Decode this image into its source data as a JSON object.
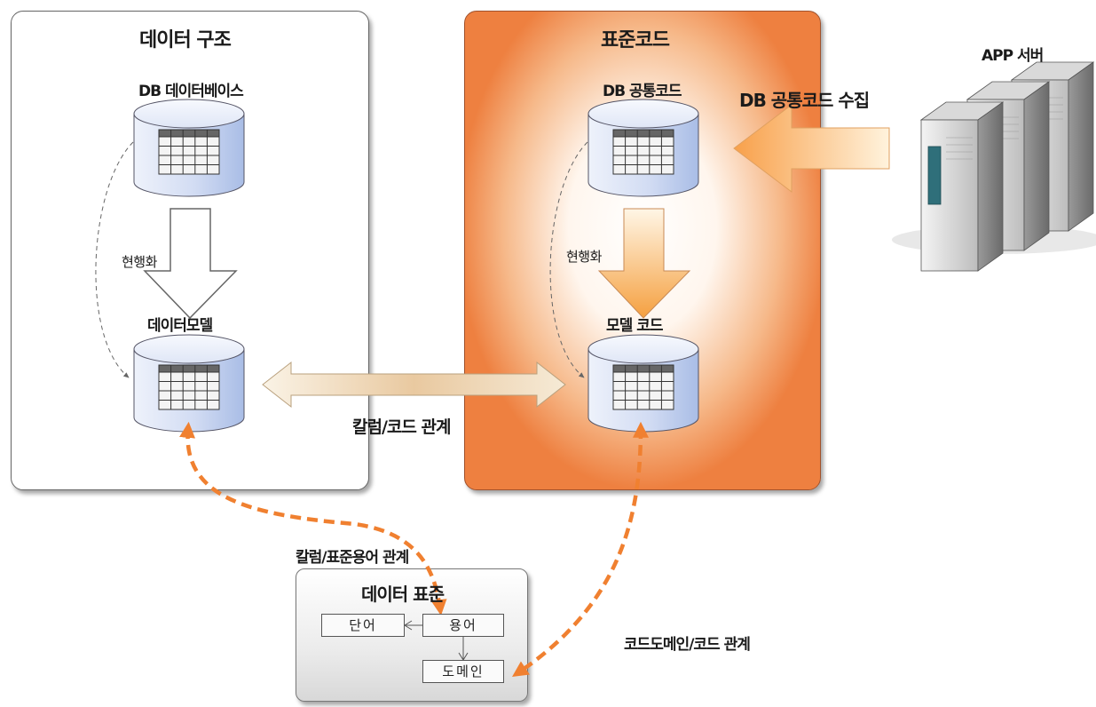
{
  "panels": {
    "data_structure": {
      "title": "데이터 구조",
      "db_label": "DB 데이터베이스",
      "model_label": "데이터모델",
      "reverse_label": "현행화"
    },
    "standard_code": {
      "title": "표준코드",
      "db_label": "DB 공통코드",
      "model_label": "모델 코드",
      "reverse_label": "현행화"
    },
    "data_standard": {
      "title": "데이터 표준",
      "boxes": {
        "word": "단어",
        "term": "용어",
        "domain": "도메인"
      }
    }
  },
  "server": {
    "label": "APP 서버",
    "collect_label": "DB 공통코드 수집"
  },
  "relations": {
    "column_code": "칼럼/코드 관계",
    "column_term": "칼럼/표준용어 관계",
    "domain_code": "코드도메인/코드 관계"
  },
  "colors": {
    "accent_orange": "#ee8040",
    "dashed_orange": "#f08030",
    "cylinder_blue": "#b8c8ec"
  }
}
